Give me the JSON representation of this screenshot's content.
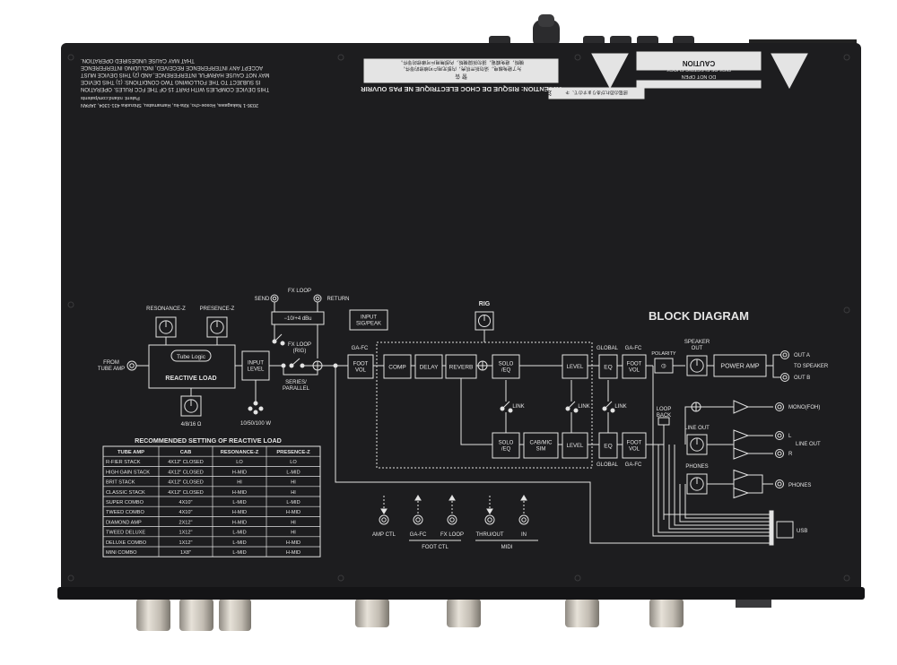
{
  "top_text": {
    "fcc_lines": [
      "THIS DEVICE COMPLIES WITH PART 15 OF THE FCC RULES. OPERATION",
      "IS SUBJECT TO THE FOLLOWING TWO CONDITIONS: (1) THIS DEVICE",
      "MAY NOT CAUSE HARMFUL INTERFERENCE, AND (2) THIS DEVICE MUST",
      "ACCEPT ANY INTERFERENCE RECEIVED, INCLUDING INTERFERENCE",
      "THAT MAY CAUSE UNDESIRED OPERATION."
    ],
    "address_lines": [
      "2036-1 Nakagawa, Hosoe-cho, Kita-ku, Hamamatsu, Shizuoka 431-1304, JAPAN",
      "Patent: roland.com/patents"
    ],
    "attention": "ATTENTION: RISQUE DE CHOC ELECTRIQUE NE PAS OUVRIR",
    "warning_cjk_title": "警 告",
    "warning_cjk_lines": [
      "为了避免触电，请勿拆开机壳，内部无用户可维修的零件。",
      "機殼，避免觸電，請勿拆開機殼，內部無用戶可維修的零件。"
    ],
    "caution_title": "CAUTION",
    "caution_lines": [
      "RISK OF ELECTRIC SHOCK",
      "DO NOT OPEN"
    ],
    "notice_cjk_title": "注 意",
    "notice_cjk_line": "感電の恐れがありますので、キャビネットを開けないでください"
  },
  "block_diagram": {
    "title": "BLOCK DIAGRAM",
    "input": "FROM\nTUBE AMP",
    "tube_logic": "Tube Logic",
    "reactive_load": "REACTIVE LOAD",
    "resonance_z": "RESONANCE-Z",
    "presence_z": "PRESENCE-Z",
    "impedance": "4/8/16 Ω",
    "input_level": "INPUT\nLEVEL",
    "wattage": "10/50/100 W",
    "fx_loop": "FX LOOP",
    "send": "SEND",
    "return": "RETURN",
    "level_switch": "−10/+4 dBu",
    "fx_loop_rig": "FX LOOP\n(RIG)",
    "series_parallel": "SERIES/\nPARALLEL",
    "input_sig_peak": "INPUT\nSIG/PEAK",
    "rig": "RIG",
    "ga_fc": "GA-FC",
    "foot_vol": "FOOT\nVOL",
    "comp": "COMP",
    "delay": "DELAY",
    "reverb": "REVERB",
    "solo_eq": "SOLO\n/EQ",
    "cab_mic_sim": "CAB/MIC\nSIM",
    "level": "LEVEL",
    "link": "LINK",
    "global": "GLOBAL",
    "eq": "EQ",
    "polarity": "POLARITY",
    "speaker_out": "SPEAKER\nOUT",
    "power_amp": "POWER AMP",
    "out_a": "OUT A",
    "to_speaker": "TO SPEAKER",
    "out_b": "OUT B",
    "loop_back": "LOOP\nBACK",
    "line_out": "LINE OUT",
    "phones": "PHONES",
    "mono_foh": "MONO(FOH)",
    "line_out_r": "LINE OUT",
    "l": "L",
    "r": "R",
    "amp_ctl": "AMP CTL",
    "foot_ga_fc": "GA-FC",
    "foot_fx_loop": "FX LOOP",
    "foot_ctl": "FOOT CTL",
    "thru_out": "THRU/OUT",
    "in": "IN",
    "midi": "MIDI",
    "usb": "USB"
  },
  "table": {
    "title": "RECOMMENDED SETTING OF REACTIVE LOAD",
    "headers": [
      "TUBE AMP",
      "CAB",
      "RESONANCE-Z",
      "PRESENCE-Z"
    ],
    "rows": [
      [
        "R-FIER STACK",
        "4X12\" CLOSED",
        "LO",
        "LO"
      ],
      [
        "HIGH GAIN STACK",
        "4X12\" CLOSED",
        "H-MID",
        "L-MID"
      ],
      [
        "BRIT STACK",
        "4X12\" CLOSED",
        "HI",
        "HI"
      ],
      [
        "CLASSIC STACK",
        "4X12\" CLOSED",
        "H-MID",
        "HI"
      ],
      [
        "SUPER COMBO",
        "4X10\"",
        "L-MID",
        "L-MID"
      ],
      [
        "TWEED COMBO",
        "4X10\"",
        "H-MID",
        "H-MID"
      ],
      [
        "DIAMOND AMP",
        "2X12\"",
        "H-MID",
        "HI"
      ],
      [
        "TWEED DELUXE",
        "1X12\"",
        "L-MID",
        "HI"
      ],
      [
        "DELUXE COMBO",
        "1X12\"",
        "L-MID",
        "H-MID"
      ],
      [
        "MINI COMBO",
        "1X8\"",
        "L-MID",
        "H-MID"
      ]
    ]
  },
  "colors": {
    "panel": "#1d1d1f",
    "print": "#e8e8e8",
    "knob": "#c9c4bb"
  }
}
